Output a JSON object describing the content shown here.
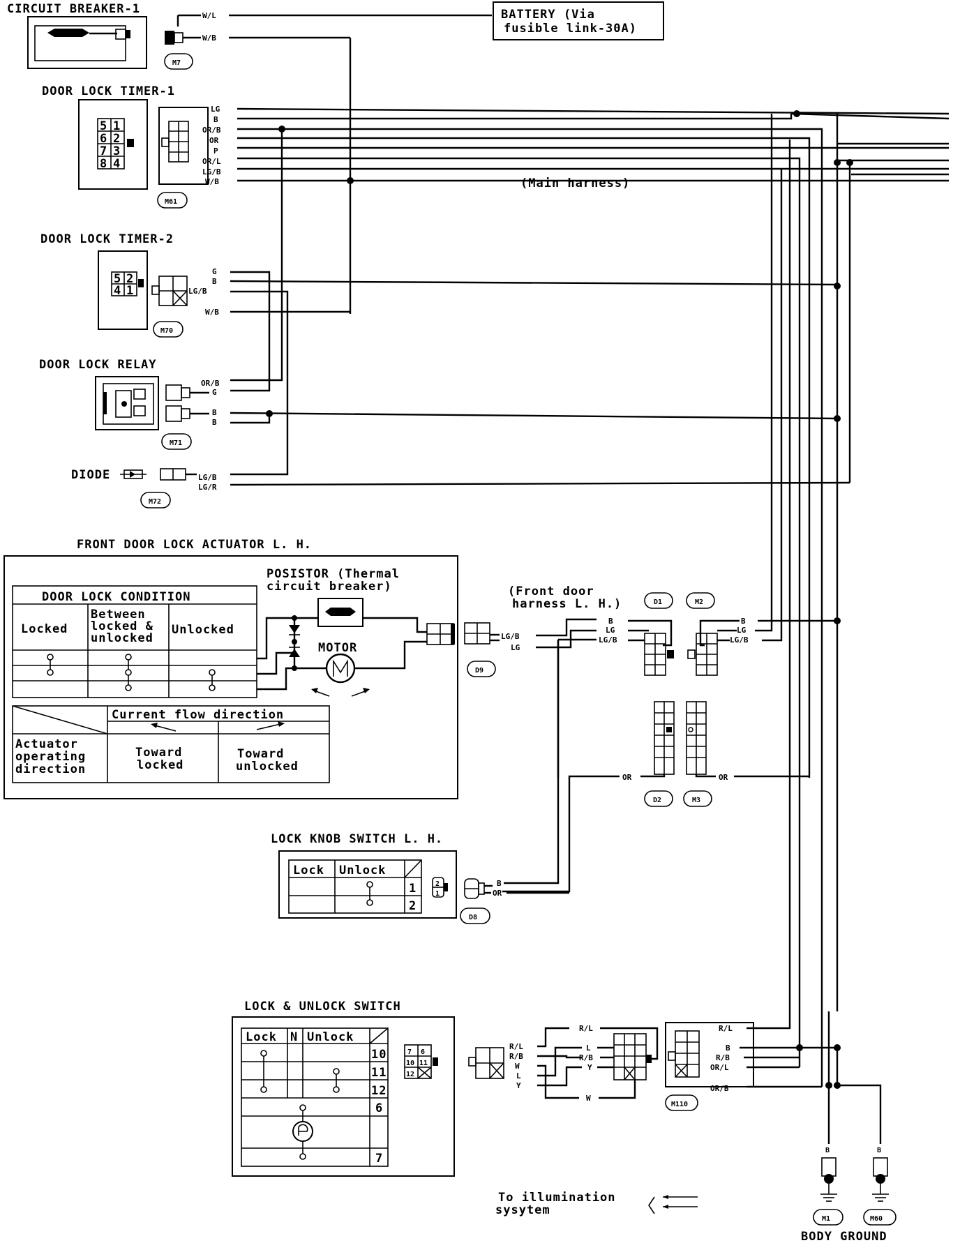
{
  "components": {
    "circuit_breaker": "CIRCUIT BREAKER-1",
    "battery_line1": "BATTERY (Via",
    "battery_line2": "fusible link-30A)",
    "door_lock_timer_1": "DOOR LOCK TIMER-1",
    "door_lock_timer_2": "DOOR LOCK TIMER-2",
    "door_lock_relay": "DOOR LOCK RELAY",
    "diode": "DIODE",
    "main_harness": "(Main harness)",
    "front_actuator": "FRONT DOOR LOCK ACTUATOR L. H.",
    "posistor_line1": "POSISTOR (Thermal",
    "posistor_line2": "circuit breaker)",
    "motor": "MOTOR",
    "front_door_harness_line1": "(Front door",
    "front_door_harness_line2": "harness L. H.)",
    "lock_knob_switch": "LOCK KNOB SWITCH L. H.",
    "lock_unlock_switch": "LOCK & UNLOCK SWITCH",
    "illumination_line1": "To illumination",
    "illumination_line2": "sysytem",
    "body_ground": "BODY GROUND"
  },
  "connectors": {
    "m7": "M7",
    "m61": "M61",
    "m70": "M70",
    "m71": "M71",
    "m72": "M72",
    "d1": "D1",
    "m2": "M2",
    "d9": "D9",
    "d2": "D2",
    "m3": "M3",
    "d8": "D8",
    "m110": "M110",
    "m1": "M1",
    "m60": "M60"
  },
  "wires": {
    "wl": "W/L",
    "wb": "W/B",
    "lg": "LG",
    "b": "B",
    "orb": "OR/B",
    "or": "OR",
    "p": "P",
    "orl": "OR/L",
    "lgb": "LG/B",
    "g": "G",
    "lgr": "LG/R",
    "rl": "R/L",
    "rb": "R/B",
    "w": "W",
    "l": "L",
    "y": "Y"
  },
  "pins": {
    "t1": [
      "5",
      "1",
      "6",
      "2",
      "7",
      "3",
      "8",
      "4"
    ],
    "t2": [
      "5",
      "2",
      "4",
      "1"
    ],
    "knob": [
      "2",
      "1"
    ],
    "sw": [
      "7",
      "6",
      "10",
      "11",
      "12"
    ]
  },
  "door_lock_condition": {
    "title": "DOOR LOCK CONDITION",
    "col1": "Locked",
    "col2_line1": "Between",
    "col2_line2": "locked &",
    "col2_line3": "unlocked",
    "col3": "Unlocked"
  },
  "current_flow": {
    "title": "Current flow direction",
    "row_label_line1": "Actuator",
    "row_label_line2": "operating",
    "row_label_line3": "direction",
    "col1_line1": "Toward",
    "col1_line2": "locked",
    "col2_line1": "Toward",
    "col2_line2": "unlocked"
  },
  "knob_table": {
    "lock": "Lock",
    "unlock": "Unlock",
    "rows": [
      "1",
      "2"
    ]
  },
  "switch_table": {
    "lock": "Lock",
    "n": "N",
    "unlock": "Unlock",
    "rows": [
      "10",
      "11",
      "12",
      "6",
      "7"
    ]
  }
}
